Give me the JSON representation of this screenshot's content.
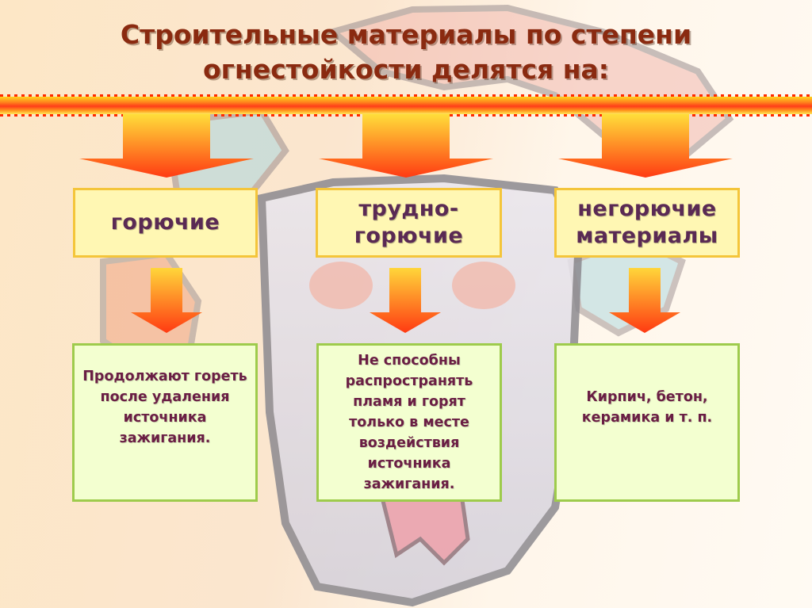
{
  "title": {
    "line1": "Строительные материалы по степени",
    "line2": "огнестойкости делятся на:"
  },
  "categories": [
    {
      "label_line1": "горючие",
      "label_line2": ""
    },
    {
      "label_line1": "трудно-",
      "label_line2": "горючие"
    },
    {
      "label_line1": "негорючие",
      "label_line2": "материалы"
    }
  ],
  "descriptions": [
    "Продолжают гореть после удаления источника зажигания.",
    "Не способны распространять пламя и горят только в месте воздействия источника зажигания.",
    "Кирпич, бетон, керамика и т. п."
  ],
  "colors": {
    "title": "#8a2a10",
    "category_text": "#5a2a54",
    "description_text": "#6a1e44",
    "category_fill": "#fff7b3",
    "description_fill": "#f3ffd0",
    "description_border": "#9ecb4c"
  }
}
